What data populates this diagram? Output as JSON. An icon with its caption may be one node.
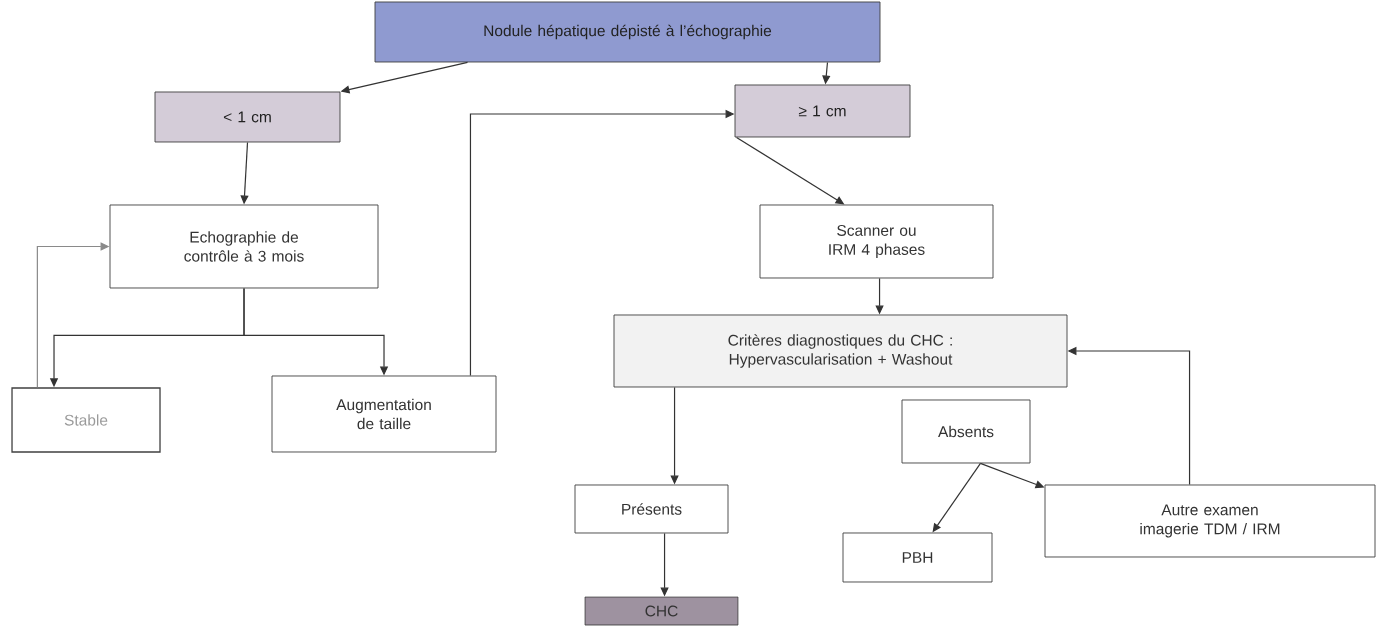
{
  "diagram": {
    "nodes": [
      {
        "text": [
          "Nodule hépatique dépisté à l’échographie"
        ]
      },
      {
        "text": [
          "< 1 cm"
        ]
      },
      {
        "text": [
          "≥ 1 cm"
        ]
      },
      {
        "text": [
          "Echographie de contrôle à 3 mois"
        ]
      },
      {
        "text": [
          "Scanner ou IRM 4 phases"
        ]
      },
      {
        "text": [
          "Stable"
        ]
      },
      {
        "text": [
          "Augmentation de taille"
        ]
      },
      {
        "text": [
          "Critères diagnostiques du CHC : Hypervascularisation + Washout"
        ]
      },
      {
        "text": [
          "Absents"
        ]
      },
      {
        "text": [
          "Présents"
        ]
      },
      {
        "text": [
          "PBH"
        ]
      },
      {
        "text": [
          "Autre examen imagerie TDM / IRM"
        ]
      },
      {
        "text": [
          "CHC"
        ]
      }
    ],
    "edges": [
      {
        "from": 0,
        "to": 1,
        "arrow": "to"
      },
      {
        "from": 0,
        "to": 2,
        "arrow": "to"
      },
      {
        "from": 1,
        "to": 3,
        "arrow": "to"
      },
      {
        "from": 2,
        "to": 4,
        "arrow": "to"
      },
      {
        "from": 3,
        "to": 5,
        "arrow": "to"
      },
      {
        "from": 3,
        "to": 6,
        "arrow": "to"
      },
      {
        "from": 6,
        "to": 2,
        "arrow": "to"
      },
      {
        "from": 5,
        "to": 3,
        "arrow": "to",
        "color": "#8a8a8a"
      },
      {
        "from": 4,
        "to": 7,
        "arrow": "to"
      },
      {
        "from": 7,
        "to": 9,
        "arrow": "to"
      },
      {
        "from": 9,
        "to": 12,
        "arrow": "to"
      },
      {
        "from": 8,
        "to": 10,
        "arrow": "to"
      },
      {
        "from": 8,
        "to": 11,
        "arrow": "to"
      },
      {
        "from": 11,
        "to": 7,
        "arrow": "to"
      }
    ]
  }
}
